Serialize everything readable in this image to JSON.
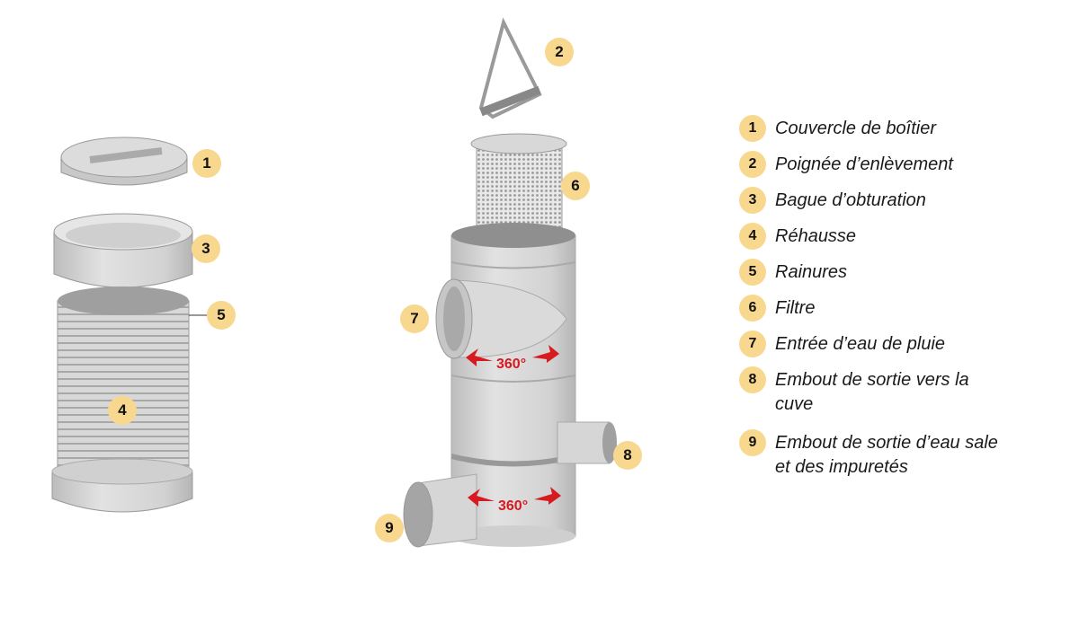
{
  "badges": {
    "b1": "1",
    "b2": "2",
    "b3": "3",
    "b4": "4",
    "b5": "5",
    "b6": "6",
    "b7": "7",
    "b8": "8",
    "b9": "9"
  },
  "rotation_label_top": "360°",
  "rotation_label_bottom": "360°",
  "legend": [
    {
      "num": "1",
      "text": "Couvercle de boîtier"
    },
    {
      "num": "2",
      "text": "Poignée d’enlèvement"
    },
    {
      "num": "3",
      "text": "Bague d’obturation"
    },
    {
      "num": "4",
      "text": "Réhausse"
    },
    {
      "num": "5",
      "text": "Rainures"
    },
    {
      "num": "6",
      "text": "Filtre"
    },
    {
      "num": "7",
      "text": "Entrée d’eau de pluie"
    },
    {
      "num": "8",
      "text": "Embout de sortie vers la cuve"
    },
    {
      "num": "9",
      "text": "Embout de sortie d’eau sale et des impuretés"
    }
  ],
  "colors": {
    "badge": "#f8d88e",
    "arrow": "#d71920",
    "part": "#d4d4d4"
  }
}
